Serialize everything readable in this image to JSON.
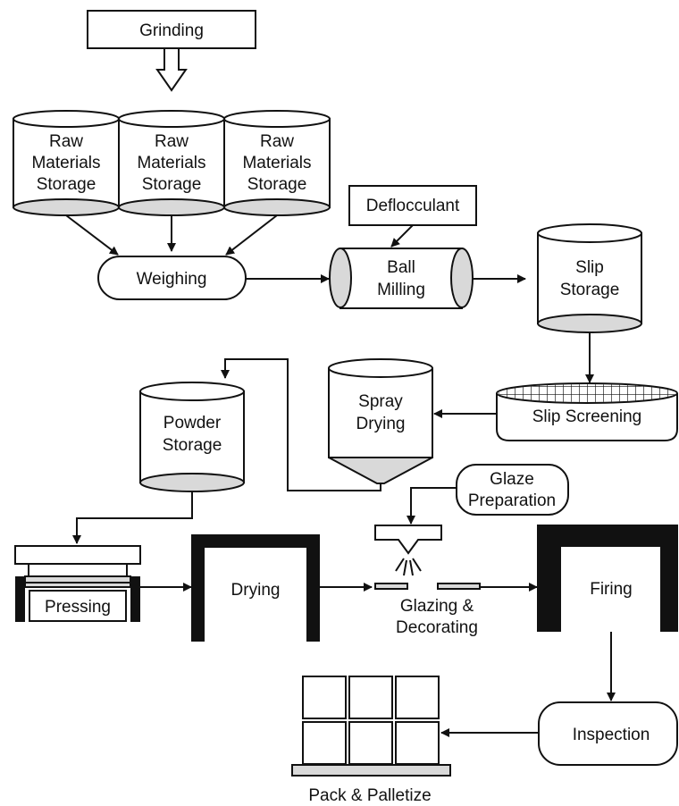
{
  "diagram": {
    "nodes": {
      "grinding": "Grinding",
      "raw_storage": [
        [
          "Raw",
          "Materials",
          "Storage"
        ],
        [
          "Raw",
          "Materials",
          "Storage"
        ],
        [
          "Raw",
          "Materials",
          "Storage"
        ]
      ],
      "weighing": "Weighing",
      "deflocculant": "Deflocculant",
      "ball_milling": [
        "Ball",
        "Milling"
      ],
      "slip_storage": [
        "Slip",
        "Storage"
      ],
      "slip_screening": "Slip Screening",
      "spray_drying": [
        "Spray",
        "Drying"
      ],
      "powder_storage": [
        "Powder",
        "Storage"
      ],
      "glaze_preparation": [
        "Glaze",
        "Preparation"
      ],
      "pressing": "Pressing",
      "drying": "Drying",
      "glazing_decorating": [
        "Glazing &",
        "Decorating"
      ],
      "firing": "Firing",
      "inspection": "Inspection",
      "pack_palletize": "Pack & Palletize"
    },
    "edges": [
      [
        "grinding",
        "raw_storage"
      ],
      [
        "raw_storage",
        "weighing"
      ],
      [
        "weighing",
        "ball_milling"
      ],
      [
        "deflocculant",
        "ball_milling"
      ],
      [
        "ball_milling",
        "slip_storage"
      ],
      [
        "slip_storage",
        "slip_screening"
      ],
      [
        "slip_screening",
        "spray_drying"
      ],
      [
        "spray_drying",
        "powder_storage"
      ],
      [
        "powder_storage",
        "pressing"
      ],
      [
        "pressing",
        "drying"
      ],
      [
        "drying",
        "glazing_decorating"
      ],
      [
        "glaze_preparation",
        "glazing_decorating"
      ],
      [
        "glazing_decorating",
        "firing"
      ],
      [
        "firing",
        "inspection"
      ],
      [
        "inspection",
        "pack_palletize"
      ]
    ]
  }
}
